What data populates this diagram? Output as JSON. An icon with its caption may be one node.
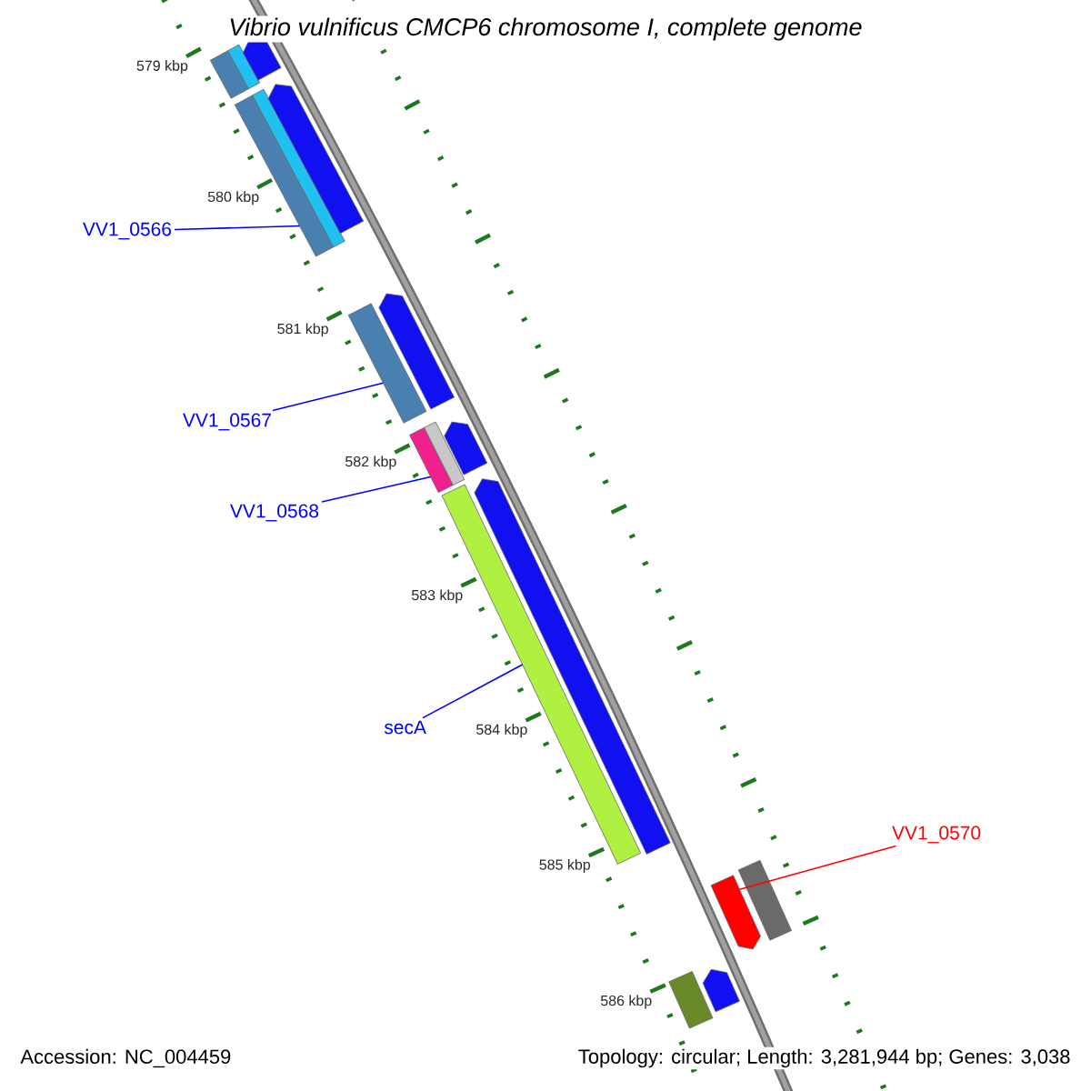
{
  "diagram": {
    "title": "Vibrio vulnificus CMCP6 chromosome I, complete genome",
    "nodes": [
      {
        "text": [
          "VV1_0566"
        ]
      },
      {
        "text": [
          "VV1_0567"
        ]
      },
      {
        "text": [
          "VV1_0568"
        ]
      },
      {
        "text": [
          "secA"
        ]
      },
      {
        "text": [
          "VV1_0570"
        ]
      },
      {
        "text": [],
        "shape": "bar"
      },
      {
        "text": [],
        "shape": "bar"
      },
      {
        "text": [],
        "shape": "arrow"
      },
      {
        "text": [],
        "shape": "bar"
      },
      {
        "text": [],
        "shape": "bar"
      },
      {
        "text": [],
        "shape": "arrow"
      },
      {
        "text": [],
        "shape": "bar"
      },
      {
        "text": [],
        "shape": "arrow"
      },
      {
        "text": [],
        "shape": "bar"
      },
      {
        "text": [],
        "shape": "bar"
      },
      {
        "text": [],
        "shape": "arrow"
      },
      {
        "text": [],
        "shape": "bar"
      },
      {
        "text": [],
        "shape": "arrow"
      },
      {
        "text": [],
        "shape": "arrow"
      },
      {
        "text": [],
        "shape": "bar"
      },
      {
        "text": [],
        "shape": "bar"
      },
      {
        "text": [],
        "shape": "arrow"
      }
    ],
    "edges": [
      {
        "from": 0,
        "to": 8,
        "arrow": "none"
      },
      {
        "from": 1,
        "to": 11,
        "arrow": "none"
      },
      {
        "from": 2,
        "to": 13,
        "arrow": "none"
      },
      {
        "from": 3,
        "to": 16,
        "arrow": "none"
      },
      {
        "from": 4,
        "to": 18,
        "arrow": "none",
        "color": "#ff0000"
      }
    ],
    "labels": [
      "579 kbp",
      "580 kbp",
      "581 kbp",
      "582 kbp",
      "583 kbp",
      "584 kbp",
      "585 kbp",
      "586 kbp",
      "Accession: NC_004459",
      "Topology: circular; Length: 3,281,944 bp; Genes: 3,038"
    ]
  }
}
